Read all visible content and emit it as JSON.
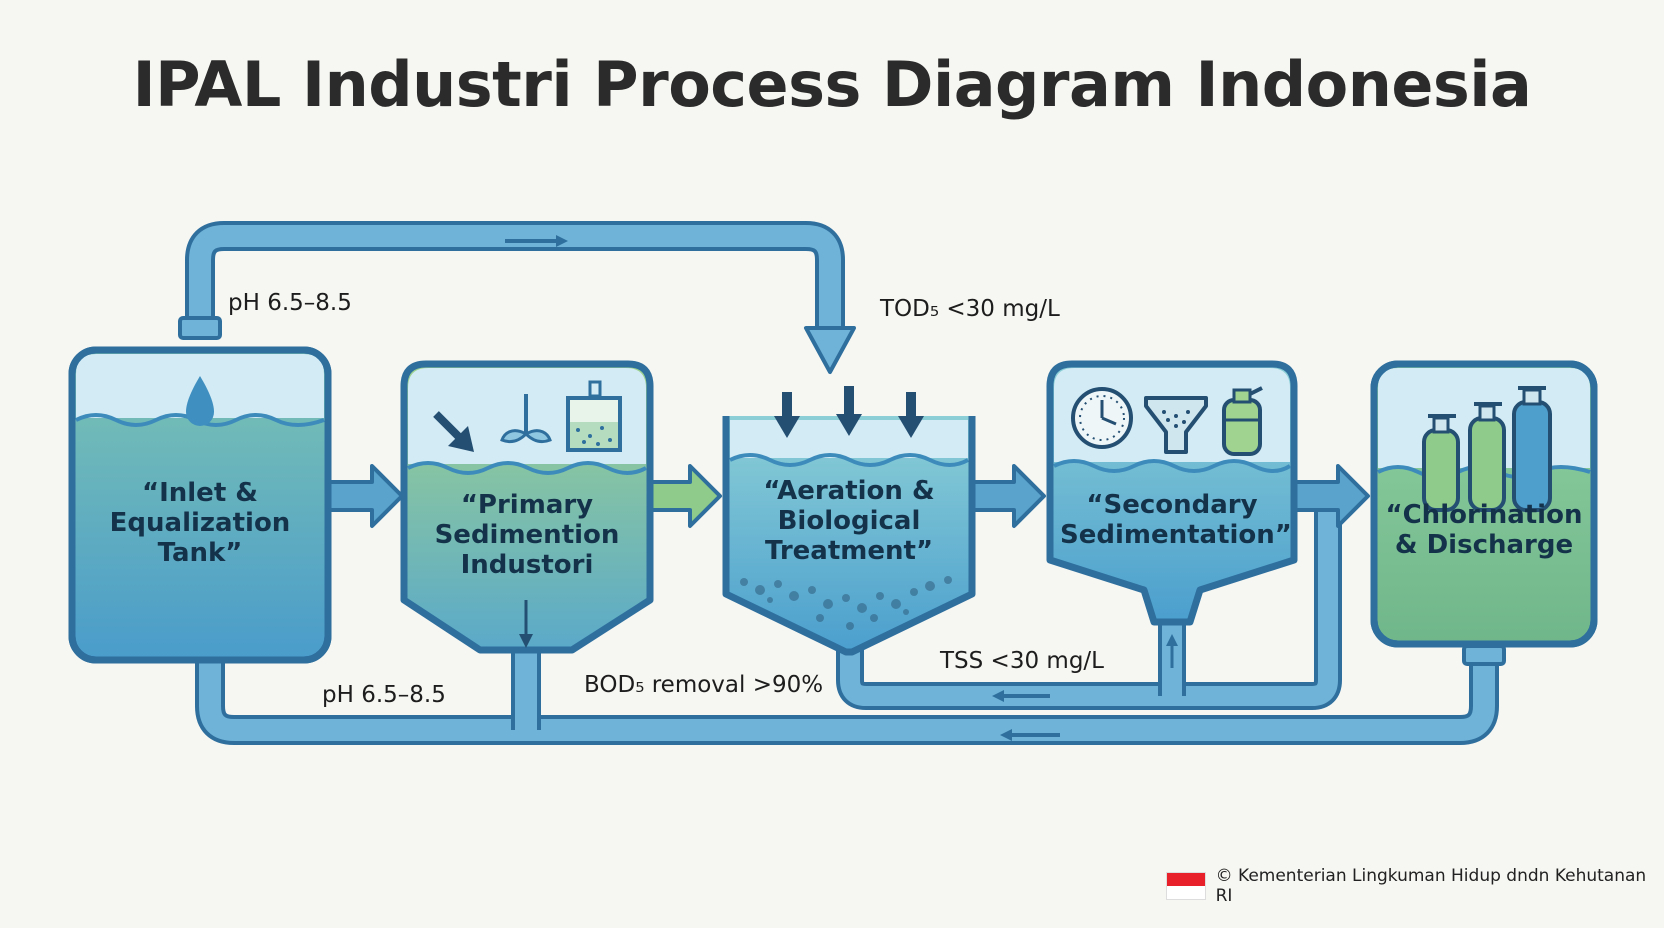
{
  "title": "IPAL Industri Process Diagram Indonesia",
  "stages": [
    {
      "id": "inlet",
      "label": "“Inlet &\nEqualization\nTank”"
    },
    {
      "id": "primary",
      "label": "“Primary\nSedimention\nIndustori"
    },
    {
      "id": "aeration",
      "label": "“Aeration &\nBiological\nTreatment”"
    },
    {
      "id": "secondary",
      "label": "“Secondary\nSedimentation”"
    },
    {
      "id": "chlorination",
      "label": "“Chlorination\n& Discharge"
    }
  ],
  "parameters": {
    "ph_top": "pH 6.5–8.5",
    "tod": "TOD₅ <30 mg/L",
    "ph_bottom": "pH 6.5–8.5",
    "bod": "BOD₅ removal >90%",
    "tss": "TSS <30 mg/L"
  },
  "credit": "© Kementerian Lingkuman Hidup dndn Kehutanan RI",
  "colors": {
    "outline": "#2e6f9e",
    "pipe": "#5aa3cc",
    "water_blue": "#4f9fcd",
    "water_green": "#8fcb8a",
    "sky": "#d2ebf5",
    "flag_red": "#e8202a"
  }
}
